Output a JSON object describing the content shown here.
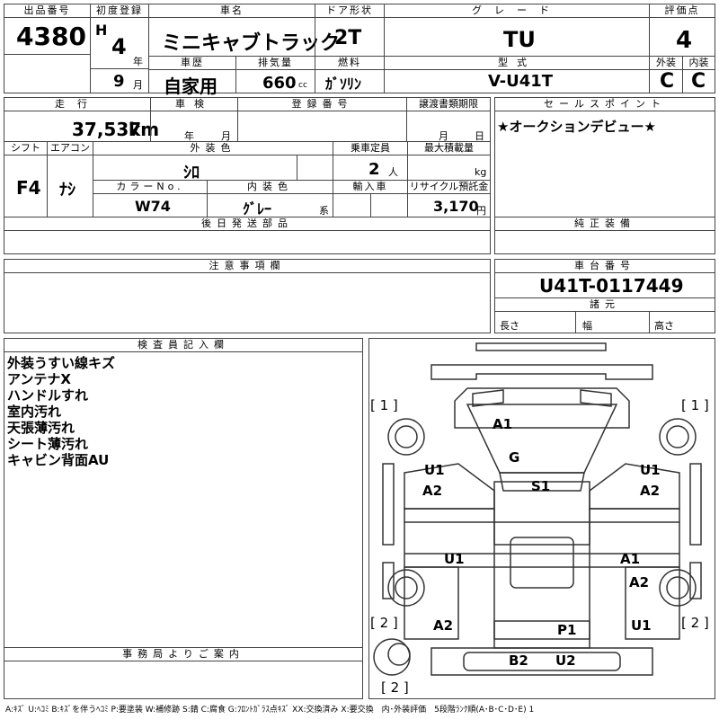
{
  "header": {
    "lot_no_label": "出品番号",
    "lot_no": "4380",
    "first_reg_label": "初度登録",
    "era": "H",
    "year": "4",
    "year_unit": "年",
    "month": "9",
    "month_unit": "月",
    "model_name_label": "車名",
    "model_name": "ミニキャブトラック",
    "door_label": "ドア形状",
    "door": "2T",
    "grade_label": "グレード",
    "grade": "TU",
    "score_label": "評価点",
    "score": "4",
    "history_label": "車歴",
    "history": "自家用",
    "displacement_label": "排気量",
    "displacement": "660",
    "displacement_unit": "cc",
    "fuel_label": "燃料",
    "fuel": "ｶﾞｿﾘﾝ",
    "type_label": "型式",
    "type": "V-U41T",
    "ext_label": "外装",
    "ext": "C",
    "int_label": "内装",
    "int": "C"
  },
  "row2": {
    "mileage_label": "走行",
    "mileage": "37,537",
    "mileage_unit": "km",
    "inspection_label": "車検",
    "insp_year_unit": "年",
    "insp_month_unit": "月",
    "reg_no_label": "登録番号",
    "transfer_label": "譲渡書類期限",
    "transfer_month_unit": "月",
    "transfer_day_unit": "日",
    "sales_label": "セールスポイント",
    "sales_text": "★オークションデビュー★"
  },
  "row3": {
    "shift_label": "シフト",
    "shift": "F4",
    "ac_label": "エアコン",
    "ac": "ﾅｼ",
    "color_label": "外装色",
    "color": "ｼﾛ",
    "capacity_label": "乗車定員",
    "capacity": "2",
    "capacity_unit": "人",
    "maxload_label": "最大積載量",
    "maxload_unit": "kg",
    "color_no_label": "カラーNo.",
    "color_no": "W74",
    "int_color_label": "内装色",
    "int_color": "ｸﾞﾚｰ",
    "int_color_unit": "系",
    "import_label": "輸入車",
    "recycle_label": "リサイクル預託金",
    "recycle": "3,170",
    "recycle_unit": "円"
  },
  "later_parts_label": "後日発送部品",
  "genuine_label": "純正装備",
  "caution_label": "注意事項欄",
  "chassis_label": "車台番号",
  "chassis": "U41T-0117449",
  "spec_label": "諸元",
  "length_label": "長さ",
  "width_label": "幅",
  "height_label": "高さ",
  "inspector_label": "検査員記入欄",
  "inspector_notes": [
    "外装うすい線キズ",
    "アンテナX",
    "ハンドルすれ",
    "室内汚れ",
    "天張薄汚れ",
    "シート薄汚れ",
    "キャビン背面AU"
  ],
  "office_label": "事務局よりご案内",
  "diagram": {
    "marks": {
      "a1_top": "A1",
      "g": "G",
      "s1": "S1",
      "u1_l": "U1",
      "a2_l": "A2",
      "u1_r": "U1",
      "a2_r": "A2",
      "u1_mid": "U1",
      "a1_mid": "A1",
      "a2_rr": "A2",
      "a2_bl": "A2",
      "p1": "P1",
      "u1_br": "U1",
      "b2": "B2",
      "u2": "U2"
    },
    "tags": {
      "tl": "[ 1 ]",
      "tr": "[ 1 ]",
      "bl": "[ 2 ]",
      "br": "[ 2 ]",
      "bb": "[ 2 ]"
    }
  },
  "legend": "A:ｷｽﾞ U:ﾍｺﾐ B:ｷｽﾞを伴うﾍｺﾐ P:要塗装 W:補修跡 S:錆 C:腐食 G:ﾌﾛﾝﾄｶﾞﾗｽ点ｷｽﾞ XX:交換済み X:要交換　内･外装評価　5段階ﾗﾝｸ順(A･B･C･D･E) 1"
}
